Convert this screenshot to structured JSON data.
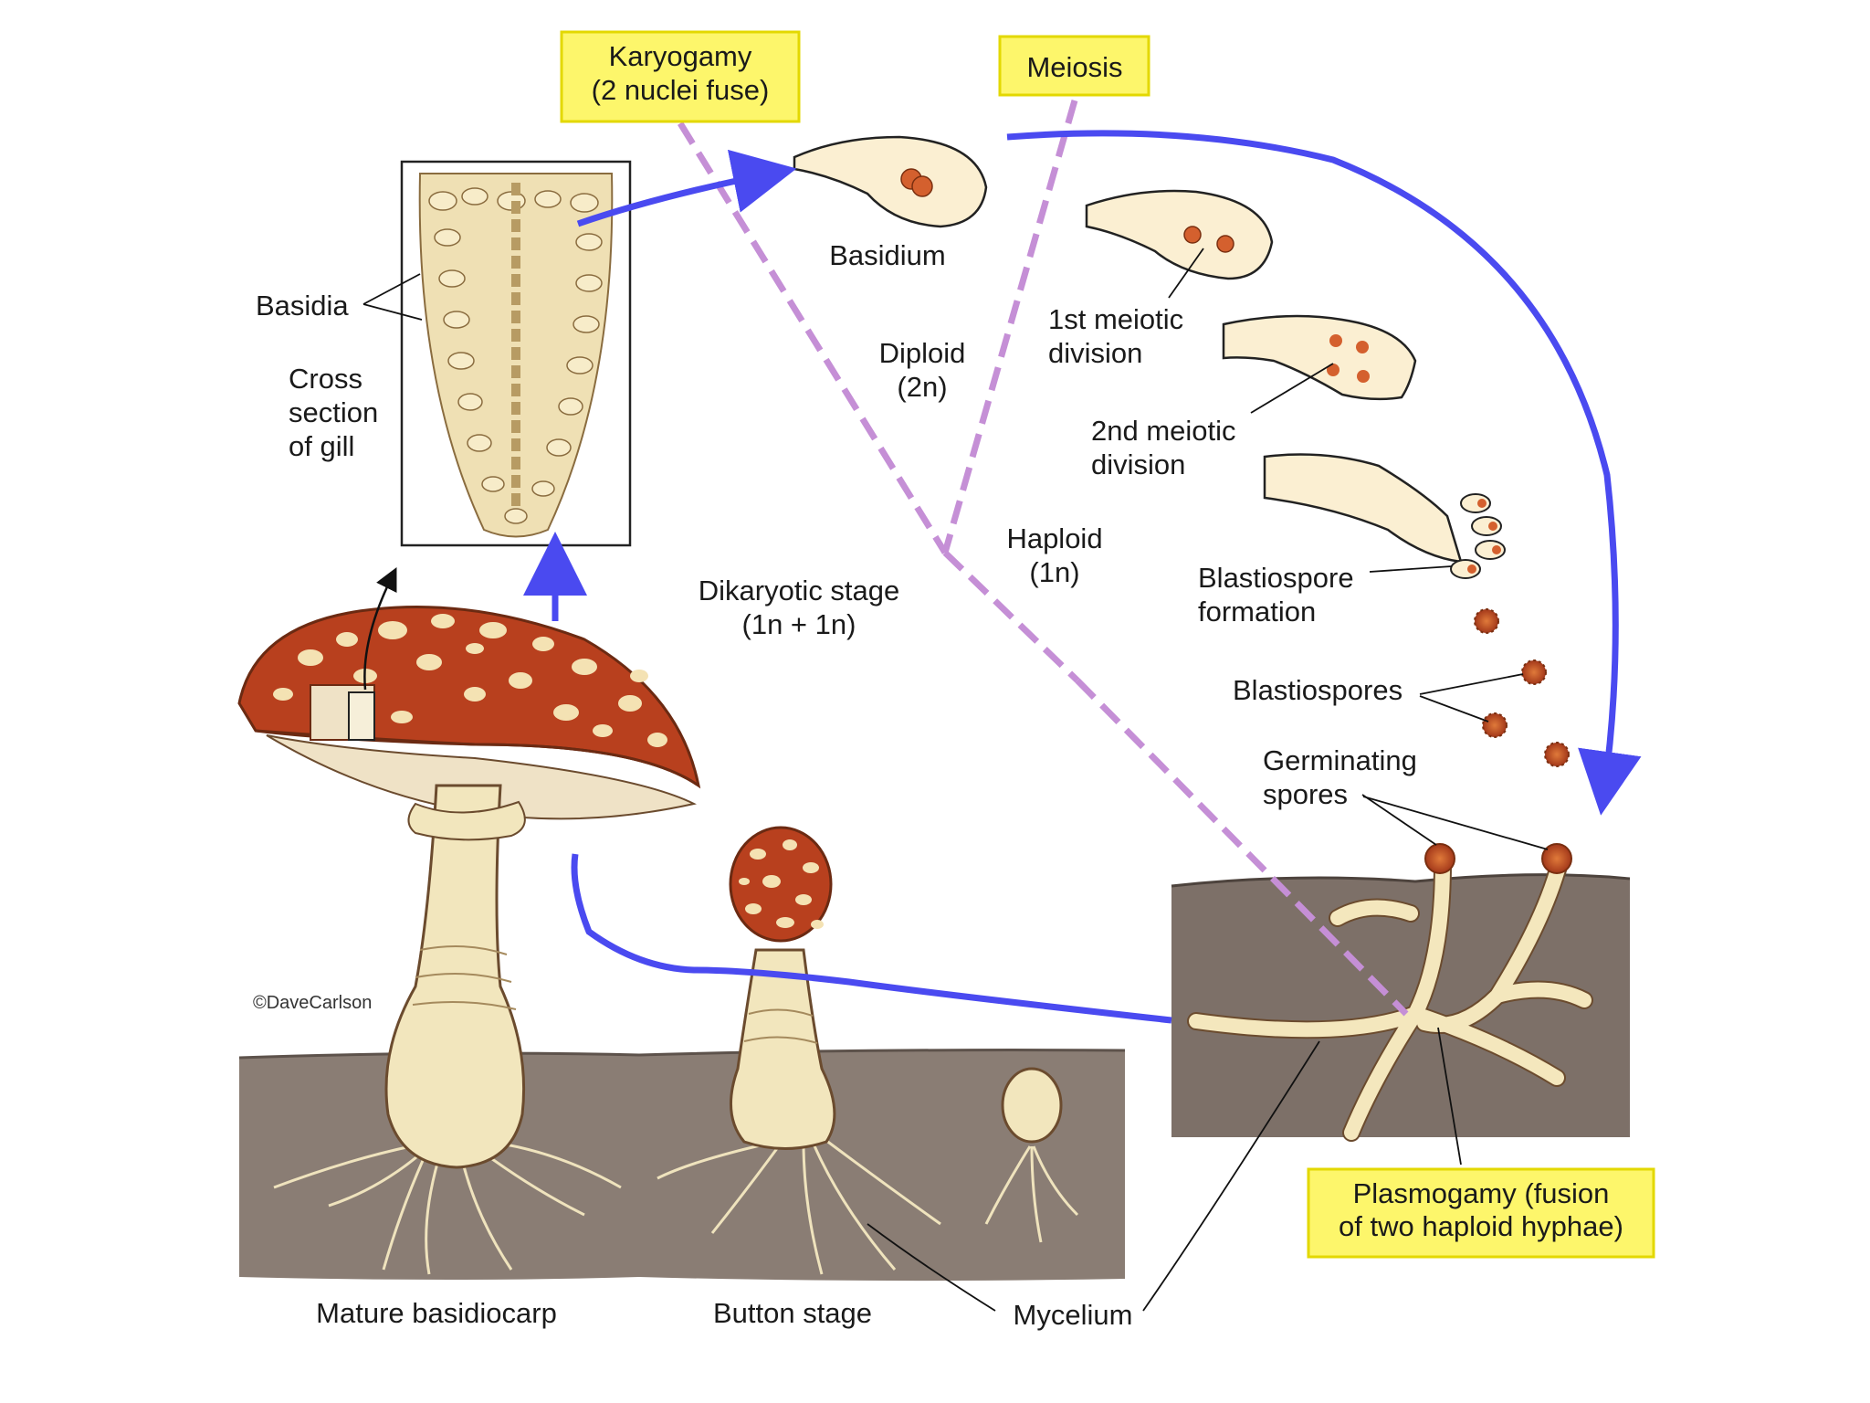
{
  "stages": {
    "karyogamy": [
      "Karyogamy",
      "(2 nuclei fuse)"
    ],
    "meiosis": "Meiosis",
    "plasmogamy": [
      "Plasmogamy (fusion",
      "of two haploid hyphae)"
    ]
  },
  "labels": {
    "basidia": "Basidia",
    "cross_section": [
      "Cross",
      "section",
      "of gill"
    ],
    "basidium": "Basidium",
    "diploid": [
      "Diploid",
      "(2n)"
    ],
    "first_meiotic": [
      "1st meiotic",
      "division"
    ],
    "second_meiotic": [
      "2nd meiotic",
      "division"
    ],
    "haploid": [
      "Haploid",
      "(1n)"
    ],
    "dikaryotic": [
      "Dikaryotic stage",
      "(1n + 1n)"
    ],
    "blastiospore_formation": [
      "Blastiospore",
      "formation"
    ],
    "blastiospores": "Blastiospores",
    "germinating": [
      "Germinating",
      "spores"
    ],
    "mature": "Mature basidiocarp",
    "button": "Button stage",
    "mycelium": "Mycelium",
    "copyright": "©DaveCarlson"
  },
  "colors": {
    "cycle_arrow": "#4a4af0",
    "phase_line": "#c58fd6",
    "highlight_fill": "#fdf66b",
    "highlight_border": "#e3d800",
    "cap_red": "#b8401e",
    "stalk_cream": "#f2e6bd",
    "soil": "#8a7d74",
    "nucleus": "#d4602e"
  }
}
